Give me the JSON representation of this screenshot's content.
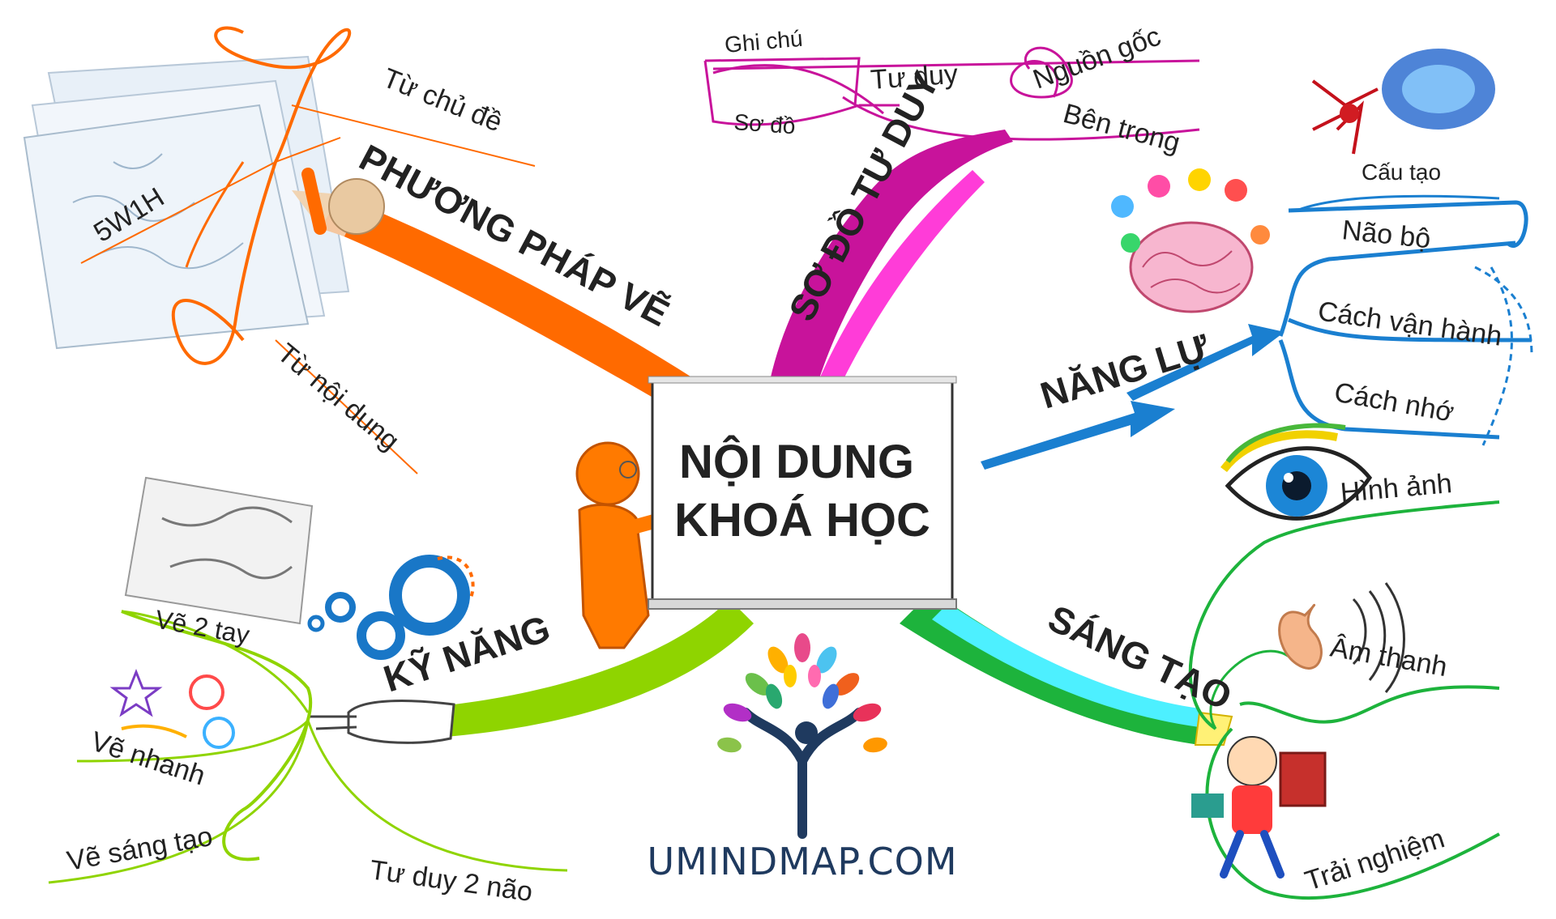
{
  "center": {
    "line1": "NỘI DUNG",
    "line2": "KHOÁ HỌC"
  },
  "brand": {
    "name": "UMINDMAP.COM"
  },
  "branches": {
    "phuong_phap_ve": {
      "label": "PHƯƠNG PHÁP VẼ",
      "color": "#ff6a00",
      "children": [
        "Từ chủ đề",
        "5W1H",
        "Từ nội dung"
      ]
    },
    "so_do_tu_duy": {
      "label": "SƠ ĐỒ TƯ DUY",
      "color": "#c8139b",
      "children": [
        "Tư duy",
        "Nguồn gốc",
        "Bên trong"
      ],
      "subchildren": [
        "Ghi chú",
        "Sơ đồ"
      ]
    },
    "nang_luc": {
      "label": "NĂNG LỰ",
      "color": "#1a7fd0",
      "children": [
        "Não bộ",
        "Cách vận hành",
        "Cách nhớ"
      ],
      "subchildren": [
        "Cấu tạo"
      ]
    },
    "sang_tao": {
      "label": "SÁNG TẠO",
      "color": "#1db33c",
      "children": [
        "Hình ảnh",
        "Âm thanh",
        "Trải nghiệm"
      ]
    },
    "ky_nang": {
      "label": "KỸ NĂNG",
      "color": "#8fd400",
      "children": [
        "Vẽ 2 tay",
        "Vẽ nhanh",
        "Vẽ sáng tạo",
        "Tư duy 2 não"
      ]
    }
  }
}
